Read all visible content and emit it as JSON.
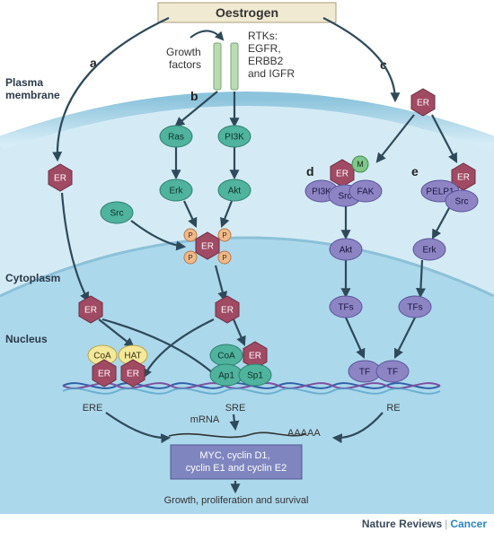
{
  "title": "Oestrogen",
  "labels": {
    "plasma_membrane": [
      "Plasma",
      "membrane"
    ],
    "cytoplasm": "Cytoplasm",
    "nucleus": "Nucleus",
    "growth_factors": [
      "Growth",
      "factors"
    ],
    "rtks": [
      "RTKs:",
      "EGFR,",
      "ERBB2",
      "and IGFR"
    ],
    "pathway_a": "a",
    "pathway_b": "b",
    "pathway_c": "c",
    "pathway_d": "d",
    "pathway_e": "e",
    "ere": "ERE",
    "sre": "SRE",
    "re": "RE",
    "mrna": "mRNA",
    "polya": "AAAAA",
    "genes": [
      "MYC, cyclin D1,",
      "cyclin E1 and cyclin E2"
    ],
    "outcome": "Growth, proliferation and survival"
  },
  "nodes": {
    "er": "ER",
    "ras": "Ras",
    "pi3k": "PI3K",
    "erk": "Erk",
    "akt": "Akt",
    "src": "Src",
    "p": "P",
    "coa": "CoA",
    "hat": "HAT",
    "ap1": "Ap1",
    "sp1": "Sp1",
    "m": "M",
    "fak": "FAK",
    "pelp1": "PELP1",
    "tfs": "TFs",
    "tf": "TF"
  },
  "credit": {
    "journal": "Nature Reviews",
    "separator": "|",
    "section": "Cancer"
  },
  "colors": {
    "er_fill": "#a04a63",
    "green_fill": "#4fb39d",
    "purple_fill": "#8d84c4",
    "p_fill": "#f0b98a",
    "yellow_fill": "#f4e89a",
    "cell_outer": "#cfe8f3",
    "nucleus": "#a9d6ea",
    "arrow": "#2e4a5a"
  }
}
